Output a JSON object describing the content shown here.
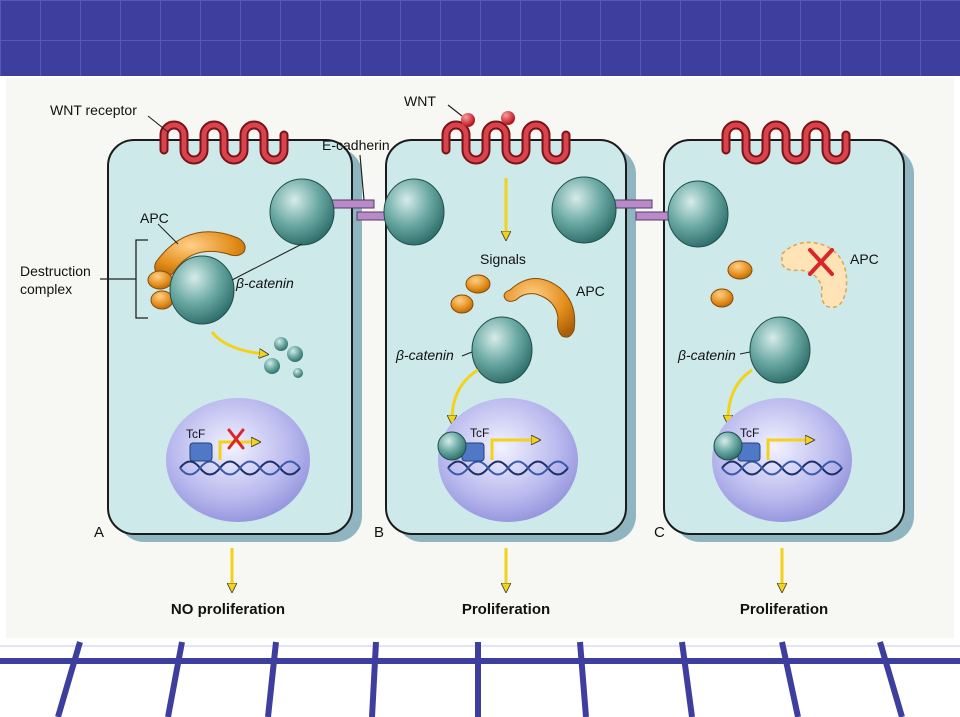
{
  "labels": {
    "wnt_receptor": "WNT receptor",
    "wnt": "WNT",
    "e_cadherin": "E-cadherin",
    "apc": "APC",
    "destruction_line1": "Destruction",
    "destruction_line2": "complex",
    "beta_catenin": "β-catenin",
    "signals": "Signals",
    "tcf": "TcF"
  },
  "panels": [
    {
      "letter": "A",
      "outcome": "NO proliferation"
    },
    {
      "letter": "B",
      "outcome": "Proliferation"
    },
    {
      "letter": "C",
      "outcome": "Proliferation"
    }
  ],
  "colors": {
    "header_bg": "#3e3e9e",
    "header_grid": "#6a6ac4",
    "cell_fill": "#cde9ea",
    "cell_stroke": "#1b1b1b",
    "cell_shadow": "#8fb6c0",
    "catenin": "#5f9f9a",
    "apc": "#e38d1a",
    "receptor": "#c8323c",
    "cadherin": "#b88ac8",
    "nucleus": "#a8a8ea",
    "arrow": "#f2d21b",
    "tcf": "#4f79c6",
    "cross": "#d8262b",
    "bottom_line": "#3e3e9e"
  }
}
